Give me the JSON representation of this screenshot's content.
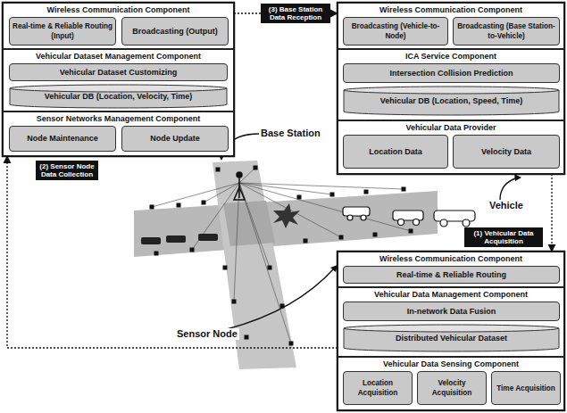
{
  "diagram": {
    "nodes": [
      {
        "text": [
          "Wireless Communication Component"
        ]
      },
      {
        "text": [
          "Real-time & Reliable Routing (Input)"
        ],
        "in": 0
      },
      {
        "text": [
          "Broadcasting (Output)"
        ],
        "in": 0
      },
      {
        "text": [
          "Vehicular Dataset Management Component"
        ]
      },
      {
        "text": [
          "Vehicular Dataset Customizing"
        ],
        "in": 3
      },
      {
        "text": [
          "Vehicular DB (Location, Velocity, Time)"
        ],
        "in": 3
      },
      {
        "text": [
          "Sensor Networks Management Component"
        ]
      },
      {
        "text": [
          "Node Maintenance"
        ],
        "in": 6
      },
      {
        "text": [
          "Node Update"
        ],
        "in": 6
      },
      {
        "text": [
          "Wireless Communication Component"
        ]
      },
      {
        "text": [
          "Broadcasting (Vehicle-to-Node)"
        ],
        "in": 9
      },
      {
        "text": [
          "Broadcasting (Base Station-to-Vehicle)"
        ],
        "in": 9
      },
      {
        "text": [
          "ICA Service Component"
        ]
      },
      {
        "text": [
          "Intersection Collision Prediction"
        ],
        "in": 12
      },
      {
        "text": [
          "Vehicular DB (Location, Speed, Time)"
        ],
        "in": 12
      },
      {
        "text": [
          "Vehicular Data Provider"
        ]
      },
      {
        "text": [
          "Location Data"
        ],
        "in": 15
      },
      {
        "text": [
          "Velocity Data"
        ],
        "in": 15
      },
      {
        "text": [
          "Wireless Communication Component"
        ]
      },
      {
        "text": [
          "Real-time & Reliable Routing"
        ],
        "in": 18
      },
      {
        "text": [
          "Vehicular Data Management Component"
        ]
      },
      {
        "text": [
          "In-network Data Fusion"
        ],
        "in": 20
      },
      {
        "text": [
          "Distributed Vehicular Dataset"
        ],
        "in": 20
      },
      {
        "text": [
          "Vehicular Data Sensing Component"
        ]
      },
      {
        "text": [
          "Location Acquisition"
        ],
        "in": 23
      },
      {
        "text": [
          "Velocity Acquisition"
        ],
        "in": 23
      },
      {
        "text": [
          "Time Acquisition"
        ],
        "in": 23
      }
    ],
    "edges": [
      {
        "from": 0,
        "to": 9,
        "arrow": "to"
      },
      {
        "from": 20,
        "to": 6,
        "arrow": "to"
      },
      {
        "from": 15,
        "to": 18,
        "arrow": "to"
      }
    ],
    "labels": [
      "(3) Base Station Data Reception",
      "(2) Sensor Node Data Collection",
      "(1) Vehicular Data Acquisition",
      "Base Station",
      "Sensor Node",
      "Vehicle"
    ]
  }
}
